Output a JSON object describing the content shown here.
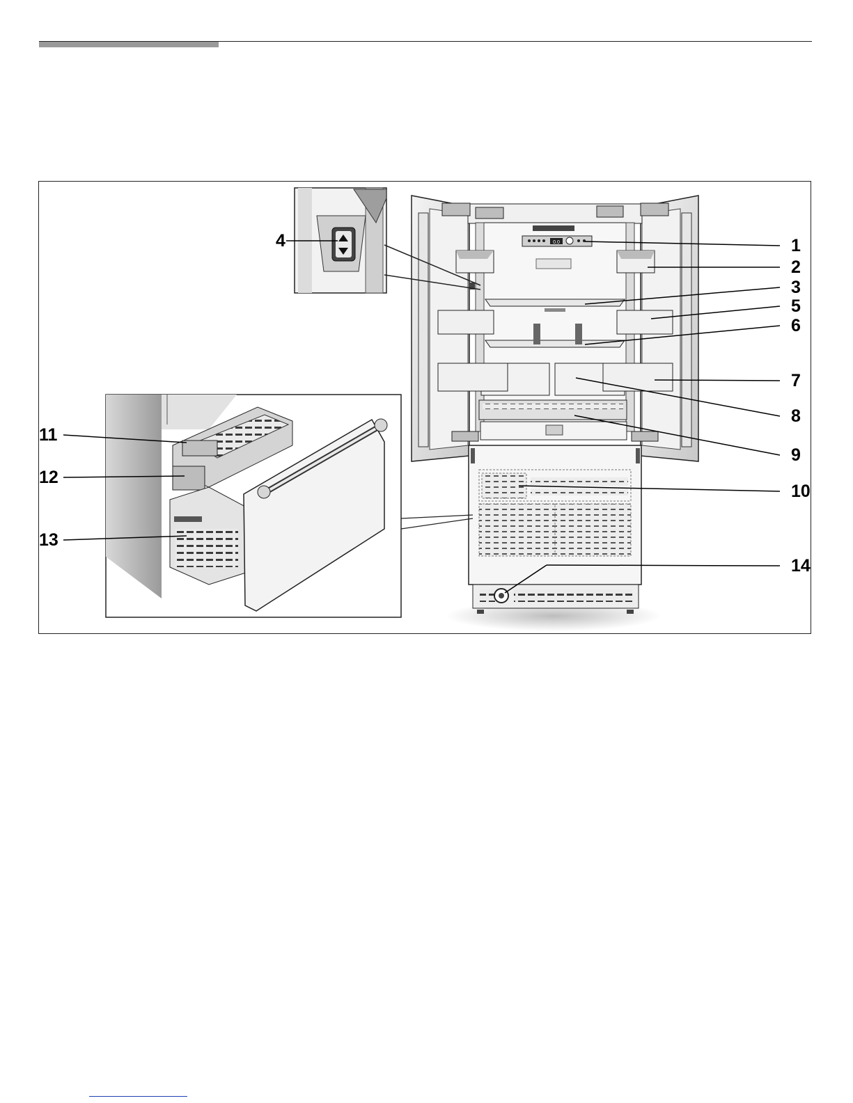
{
  "callouts": [
    "1",
    "2",
    "3",
    "4",
    "5",
    "6",
    "7",
    "8",
    "9",
    "10",
    "11",
    "12",
    "13",
    "14"
  ],
  "display_readout": "0.0"
}
